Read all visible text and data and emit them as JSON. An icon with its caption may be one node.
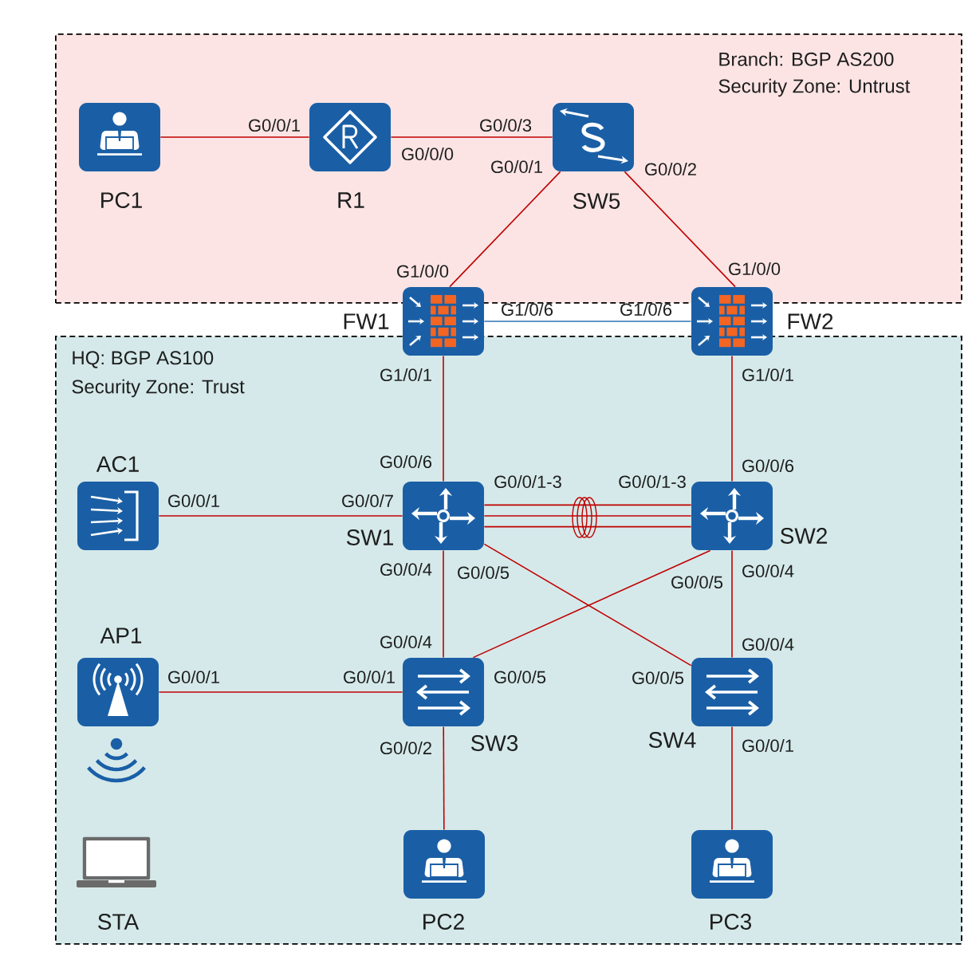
{
  "diagram": {
    "nodes": [
      {
        "text": [
          "Branch: BGP AS200",
          "Security Zone: Untrust"
        ]
      },
      {
        "text": [
          "PC1"
        ],
        "in": 0
      },
      {
        "text": [
          "R1"
        ],
        "in": 0
      },
      {
        "text": [
          "SW5"
        ],
        "in": 0
      },
      {
        "text": [
          "FW1"
        ]
      },
      {
        "text": [
          "FW2"
        ]
      },
      {
        "text": [
          "HQ: BGP AS100",
          "Security Zone: Trust"
        ]
      },
      {
        "text": [
          "AC1"
        ],
        "in": 6
      },
      {
        "text": [
          "SW1"
        ],
        "in": 6
      },
      {
        "text": [
          "SW2"
        ],
        "in": 6
      },
      {
        "text": [
          "AP1"
        ],
        "in": 6
      },
      {
        "text": [
          "SW3"
        ],
        "in": 6
      },
      {
        "text": [
          "SW4"
        ],
        "in": 6
      },
      {
        "text": [
          "STA"
        ],
        "in": 6
      },
      {
        "text": [
          "PC2"
        ],
        "in": 6
      },
      {
        "text": [
          "PC3"
        ],
        "in": 6
      }
    ],
    "edges": [
      {
        "from": 1,
        "to": 2,
        "arrow": "none"
      },
      {
        "from": 2,
        "to": 3,
        "arrow": "none"
      },
      {
        "from": 3,
        "to": 4,
        "arrow": "none"
      },
      {
        "from": 3,
        "to": 5,
        "arrow": "none"
      },
      {
        "from": 4,
        "to": 5,
        "arrow": "none",
        "color": "#2e75b6"
      },
      {
        "from": 4,
        "to": 8,
        "arrow": "none"
      },
      {
        "from": 5,
        "to": 9,
        "arrow": "none"
      },
      {
        "from": 7,
        "to": 8,
        "arrow": "none"
      },
      {
        "from": 8,
        "to": 9,
        "arrow": "none"
      },
      {
        "from": 8,
        "to": 9,
        "arrow": "none"
      },
      {
        "from": 8,
        "to": 9,
        "arrow": "none"
      },
      {
        "from": 8,
        "to": 11,
        "arrow": "none"
      },
      {
        "from": 8,
        "to": 12,
        "arrow": "none"
      },
      {
        "from": 9,
        "to": 11,
        "arrow": "none"
      },
      {
        "from": 9,
        "to": 12,
        "arrow": "none"
      },
      {
        "from": 10,
        "to": 11,
        "arrow": "none"
      },
      {
        "from": 11,
        "to": 14,
        "arrow": "none"
      },
      {
        "from": 12,
        "to": 15,
        "arrow": "none"
      }
    ],
    "labels": [
      "G0/0/1",
      "G0/0/3",
      "G0/0/0",
      "G0/0/1",
      "G0/0/2",
      "G1/0/0",
      "G1/0/0",
      "G1/0/6",
      "G1/0/6",
      "G1/0/1",
      "G1/0/1",
      "G0/0/6",
      "G0/0/6",
      "G0/0/1-3",
      "G0/0/1-3",
      "G0/0/1",
      "G0/0/7",
      "G0/0/4",
      "G0/0/5",
      "G0/0/5",
      "G0/0/4",
      "G0/0/4",
      "G0/0/4",
      "G0/0/1",
      "G0/0/1",
      "G0/0/5",
      "G0/0/5",
      "G0/0/2",
      "G0/0/1"
    ]
  }
}
